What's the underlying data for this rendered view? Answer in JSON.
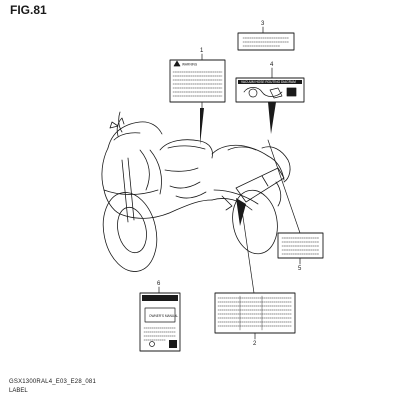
{
  "figure": {
    "title": "FIG.81",
    "model_code": "GSX1300RAL4_E03_E28_081",
    "caption": "LABEL"
  },
  "callouts": [
    "1",
    "2",
    "3",
    "4",
    "5",
    "6"
  ],
  "labels": {
    "warning_label": {
      "heading": "WARNING"
    },
    "manual_label": {
      "text": "OWNER'S MANUAL"
    },
    "vacuum_label": {
      "text": "VACUUM HOSE ROUTING DIAGRAM"
    }
  }
}
